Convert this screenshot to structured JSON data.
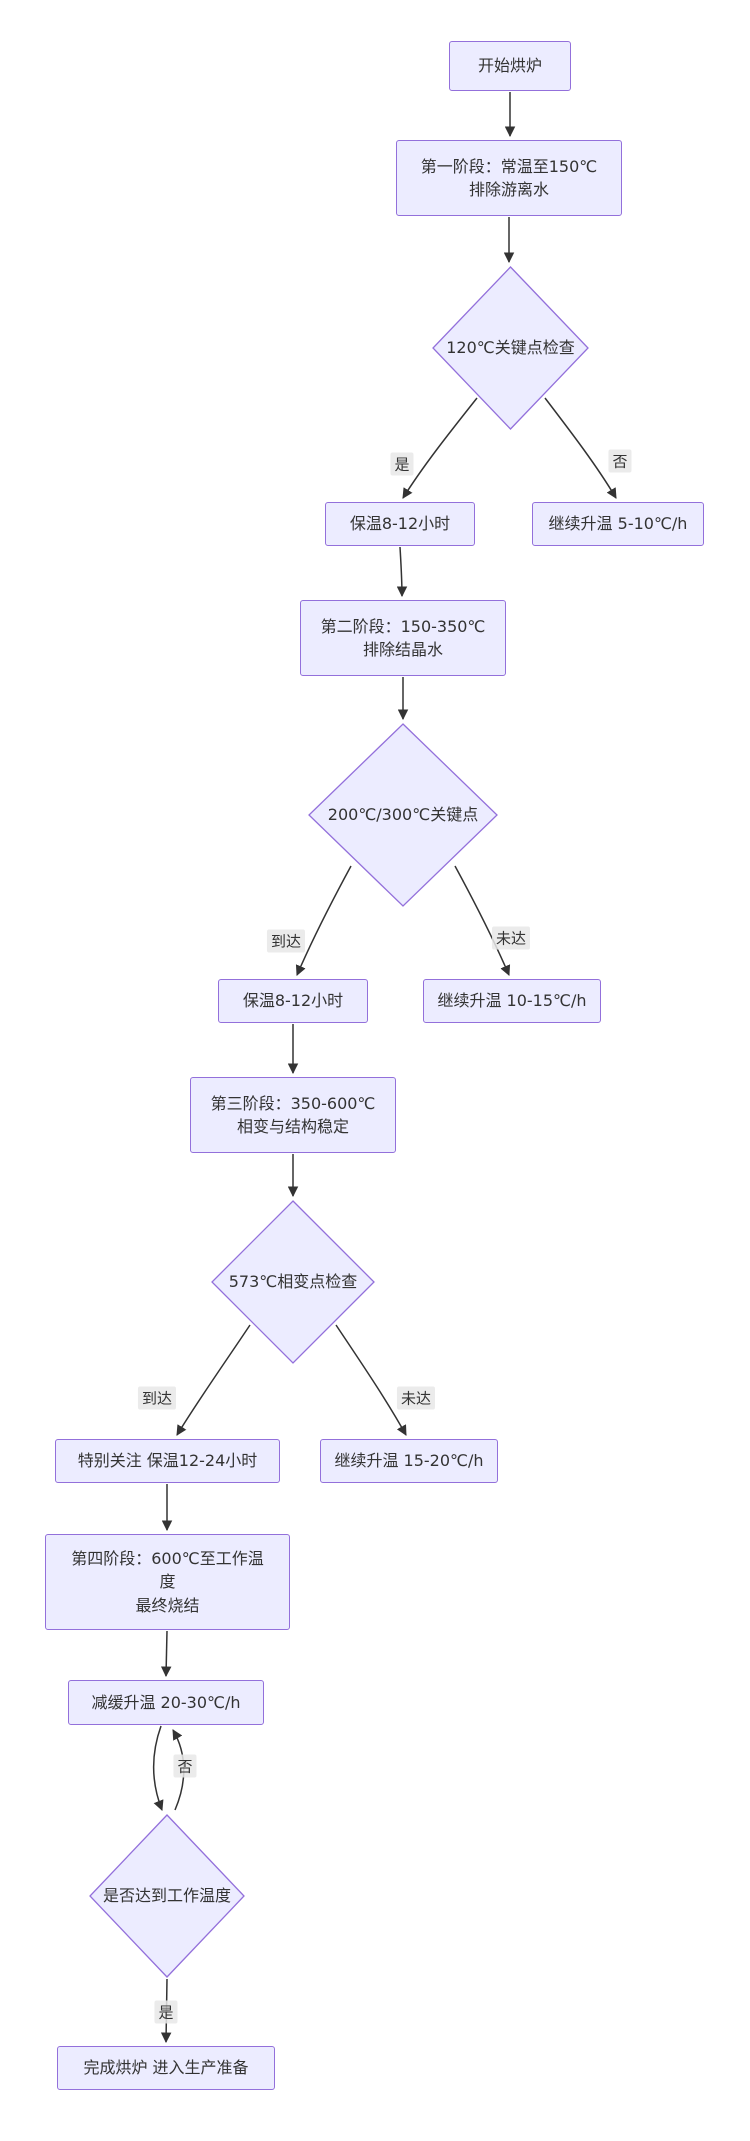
{
  "diagram": {
    "type": "flowchart",
    "colors": {
      "node_fill": "#ECECFF",
      "node_border": "#9370DB",
      "edge_color": "#333333",
      "text_color": "#333333",
      "edge_label_bg": "#e8e8e8",
      "background": "#ffffff"
    },
    "nodes": {
      "start": {
        "shape": "rect",
        "label": "开始烘炉"
      },
      "phase1": {
        "shape": "rect",
        "label": "第一阶段：常温至150℃\n排除游离水"
      },
      "check120": {
        "shape": "diamond",
        "label": "120℃关键点检查"
      },
      "hold1": {
        "shape": "rect",
        "label": "保温8-12小时"
      },
      "heat1": {
        "shape": "rect",
        "label": "继续升温 5-10℃/h"
      },
      "phase2": {
        "shape": "rect",
        "label": "第二阶段：150-350℃\n排除结晶水"
      },
      "check200": {
        "shape": "diamond",
        "label": "200℃/300℃关键点"
      },
      "hold2": {
        "shape": "rect",
        "label": "保温8-12小时"
      },
      "heat2": {
        "shape": "rect",
        "label": "继续升温 10-15℃/h"
      },
      "phase3": {
        "shape": "rect",
        "label": "第三阶段：350-600℃\n相变与结构稳定"
      },
      "check573": {
        "shape": "diamond",
        "label": "573℃相变点检查"
      },
      "hold3": {
        "shape": "rect",
        "label": "特别关注 保温12-24小时"
      },
      "heat3": {
        "shape": "rect",
        "label": "继续升温 15-20℃/h"
      },
      "phase4": {
        "shape": "rect",
        "label": "第四阶段：600℃至工作温\n度\n最终烧结"
      },
      "slow": {
        "shape": "rect",
        "label": "减缓升温 20-30℃/h"
      },
      "checkwork": {
        "shape": "diamond",
        "label": "是否达到工作温度"
      },
      "done": {
        "shape": "rect",
        "label": "完成烘炉 进入生产准备"
      }
    },
    "edge_labels": {
      "yes1": "是",
      "no1": "否",
      "reached1": "到达",
      "notreached1": "未达",
      "reached2": "到达",
      "notreached2": "未达",
      "loop_no": "否",
      "final_yes": "是"
    },
    "edges": [
      {
        "from": "start",
        "to": "phase1",
        "label": ""
      },
      {
        "from": "phase1",
        "to": "check120",
        "label": ""
      },
      {
        "from": "check120",
        "to": "hold1",
        "label": "是"
      },
      {
        "from": "check120",
        "to": "heat1",
        "label": "否"
      },
      {
        "from": "hold1",
        "to": "phase2",
        "label": ""
      },
      {
        "from": "phase2",
        "to": "check200",
        "label": ""
      },
      {
        "from": "check200",
        "to": "hold2",
        "label": "到达"
      },
      {
        "from": "check200",
        "to": "heat2",
        "label": "未达"
      },
      {
        "from": "hold2",
        "to": "phase3",
        "label": ""
      },
      {
        "from": "phase3",
        "to": "check573",
        "label": ""
      },
      {
        "from": "check573",
        "to": "hold3",
        "label": "到达"
      },
      {
        "from": "check573",
        "to": "heat3",
        "label": "未达"
      },
      {
        "from": "hold3",
        "to": "phase4",
        "label": ""
      },
      {
        "from": "phase4",
        "to": "slow",
        "label": ""
      },
      {
        "from": "slow",
        "to": "checkwork",
        "label": ""
      },
      {
        "from": "checkwork",
        "to": "slow",
        "label": "否"
      },
      {
        "from": "checkwork",
        "to": "done",
        "label": "是"
      }
    ]
  }
}
